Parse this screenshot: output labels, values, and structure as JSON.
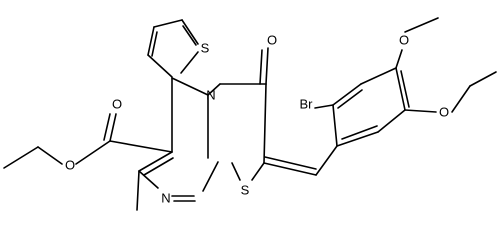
{
  "molecule": {
    "atoms": {
      "thiophene_S": "S",
      "bromine": "Br",
      "methoxy_O": "O",
      "ethoxy_O": "O",
      "ketone_O": "O",
      "ester_carbonyl_O": "O",
      "ester_ether_O": "O",
      "ring_N_top": "N",
      "ring_N_bottom": "N",
      "thiazole_S": "S"
    }
  }
}
